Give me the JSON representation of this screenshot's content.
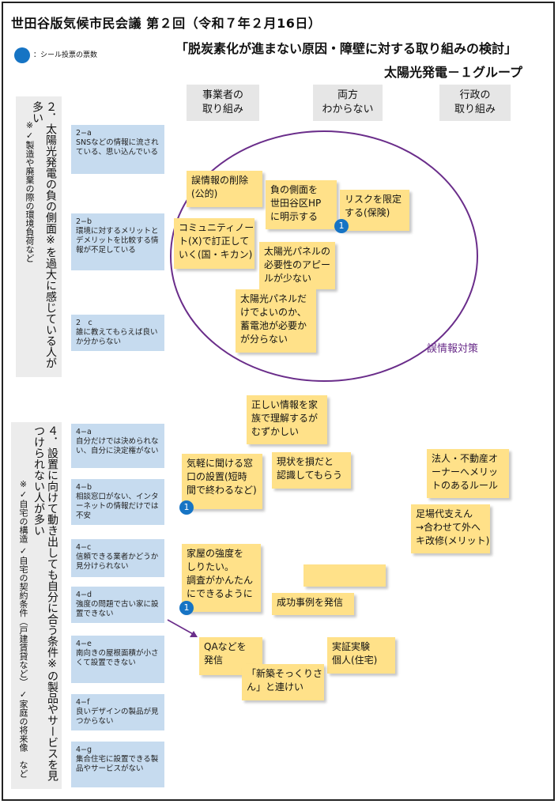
{
  "header": {
    "title": "世田谷版気候市民会議 第２回（令和７年２月16日）",
    "legend_label": "：シール投票の票数",
    "theme": "「脱炭素化が進まない原因・障壁に対する取り組みの検討」",
    "group": "太陽光発電－１グループ"
  },
  "columns": {
    "business": "事業者の\n取り組み",
    "both": "両方\nわからない",
    "government": "行政の\n取り組み"
  },
  "section2": {
    "title": "２．太陽光発電の負の側面※を過大に感じている人が多い",
    "note": "※✓製造や廃棄の際の環境負荷など",
    "items": [
      {
        "id": "2−a",
        "text": "SNSなどの情報に流されている、思い込んでいる"
      },
      {
        "id": "2−b",
        "text": "環境に対するメリットとデメリットを比較する情報が不足している"
      },
      {
        "id": "2　c",
        "text": "誰に教えてもらえば良いか分からない"
      }
    ]
  },
  "section4": {
    "title": "４．設置に向けて動き出しても自分に合う条件※の製品やサービスを見つけられない人が多い",
    "note": "※✓自宅の構造 ✓自宅の契約条件（戸建賃貸など） ✓家庭の将来像　など",
    "items": [
      {
        "id": "4−a",
        "text": "自分だけでは決められない、自分に決定権がない"
      },
      {
        "id": "4−b",
        "text": "相談窓口がない、インターネットの情報だけでは不安"
      },
      {
        "id": "4−c",
        "text": "信頼できる業者かどうか見分けられない"
      },
      {
        "id": "4−d",
        "text": "強度の問題で古い家に設置できない"
      },
      {
        "id": "4−e",
        "text": "南向きの屋根面積が小さくて設置できない"
      },
      {
        "id": "4−f",
        "text": "良いデザインの製品が見つからない"
      },
      {
        "id": "4−g",
        "text": "集合住宅に設置できる製品やサービスがない"
      }
    ]
  },
  "notes2": {
    "n1": "誤情報の削除\n(公的)",
    "n2": "負の側面を\n世田谷区HP\nに明示する",
    "n3": "リスクを限定\nする(保険)",
    "n4": "コミュニティノー\nト(X)で訂正して\nいく(国・キカン)",
    "n5": "太陽光パネルの\n必要性のアピー\nルが少ない",
    "n6": "太陽光パネルだ\nけでよいのか、\n蓄電池が必要か\nが分らない"
  },
  "circle_label": "誤情報対策",
  "notes4": {
    "m1": "正しい情報を家\n族で理解するが\nむずかしい",
    "m2": "気軽に聞ける窓\n口の設置(短時\n間で終わるなど)",
    "m3": "現状を損だと\n認識してもらう",
    "m4": "法人・不動産オ\nーナーへメリッ\nトのあるルール",
    "m5": "足場代支えん\n→合わせて外へ\nキ改修(メリット)",
    "m6": "家屋の強度を\nしりたい。\n調査がかんたん\nにできるように",
    "m7": "",
    "m8": "成功事例を発信",
    "m9": "QAなどを\n発信",
    "m10": "実証実験\n個人(住宅)",
    "m11": "「新築そっくりさ\nん」と連けい"
  },
  "votes": {
    "v1": "1",
    "v2": "1",
    "v3": "1"
  }
}
